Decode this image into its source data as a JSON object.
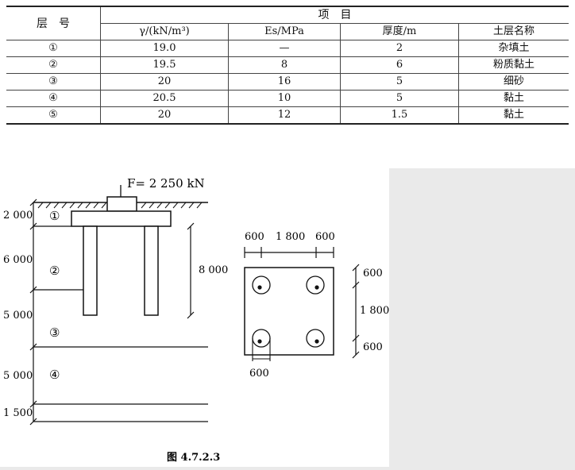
{
  "table": {
    "layer_header": "层　号",
    "items_header": "项　目",
    "columns": [
      "γ/(kN/m³)",
      "Es/MPa",
      "厚度/m",
      "土层名称"
    ],
    "rows": [
      {
        "no": "①",
        "gamma": "19.0",
        "es": "—",
        "thickness": "2",
        "name": "杂填土"
      },
      {
        "no": "②",
        "gamma": "19.5",
        "es": "8",
        "thickness": "6",
        "name": "粉质黏土"
      },
      {
        "no": "③",
        "gamma": "20",
        "es": "16",
        "thickness": "5",
        "name": "细砂"
      },
      {
        "no": "④",
        "gamma": "20.5",
        "es": "10",
        "thickness": "5",
        "name": "黏土"
      },
      {
        "no": "⑤",
        "gamma": "20",
        "es": "12",
        "thickness": "1.5",
        "name": "黏土"
      }
    ]
  },
  "figure": {
    "force_label": "F= 2 250 kN",
    "left_dims": [
      "2 000",
      "6 000",
      "5 000",
      "5 000",
      "1 500"
    ],
    "layer_marks": [
      "①",
      "②",
      "③",
      "④"
    ],
    "pile_length": "8 000",
    "plan_top_dims": [
      "600",
      "1 800",
      "600"
    ],
    "plan_right_dims": [
      "600",
      "1 800",
      "600"
    ],
    "pile_diameter": "600",
    "caption": "图 4.7.2.3"
  }
}
